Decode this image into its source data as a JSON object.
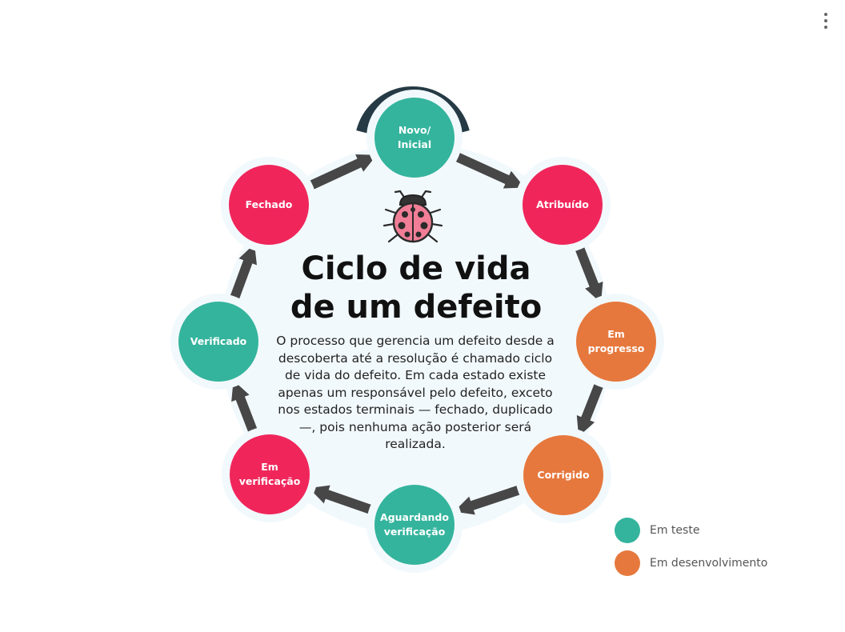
{
  "title_lines": [
    "Ciclo de vida",
    "de um defeito"
  ],
  "description": "O processo que gerencia um defeito desde a descoberta até a resolução é chamado ciclo de vida do defeito. Em cada estado existe apenas um responsável pelo defeito, exceto nos estados terminais — fechado, duplicado —, pois nenhuma ação posterior será realizada.",
  "icon": "ladybug-icon",
  "colors": {
    "teal": "#34b49d",
    "pink": "#f0265b",
    "orange": "#e6783d",
    "arrow": "#474747",
    "arc": "#253a45"
  },
  "states": [
    {
      "label": "Novo/\nInicial",
      "color": "teal"
    },
    {
      "label": "Atribuído",
      "color": "pink"
    },
    {
      "label": "Em\nprogresso",
      "color": "orange"
    },
    {
      "label": "Corrigido",
      "color": "orange"
    },
    {
      "label": "Aguardando\nverificação",
      "color": "teal"
    },
    {
      "label": "Em\nverificação",
      "color": "pink"
    },
    {
      "label": "Verificado",
      "color": "teal"
    },
    {
      "label": "Fechado",
      "color": "pink"
    }
  ],
  "legend": [
    {
      "label": "Em teste",
      "color": "teal"
    },
    {
      "label": "Em desenvolvimento",
      "color": "orange"
    }
  ]
}
